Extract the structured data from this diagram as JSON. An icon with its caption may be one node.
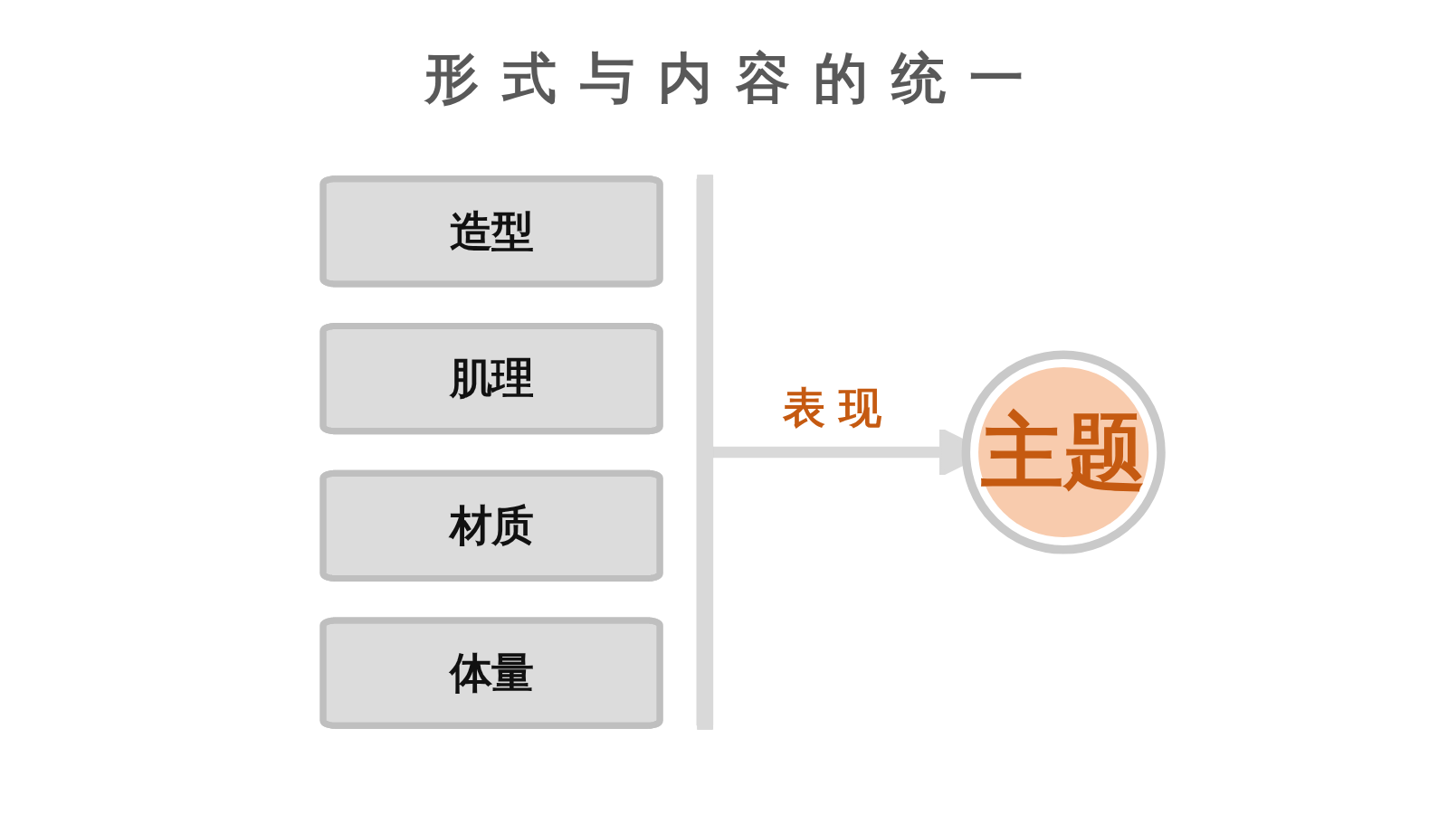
{
  "diagram": {
    "title": "形式与内容的统一",
    "nodes": [
      {
        "text": [
          "造型"
        ]
      },
      {
        "text": [
          "肌理"
        ]
      },
      {
        "text": [
          "材质"
        ]
      },
      {
        "text": [
          "体量"
        ]
      },
      {
        "text": [],
        "shape": "bar"
      },
      {
        "text": [
          "主题"
        ]
      }
    ],
    "edges": [
      {
        "from": 4,
        "to": 5,
        "arrow": "to",
        "label": "表现"
      }
    ]
  }
}
